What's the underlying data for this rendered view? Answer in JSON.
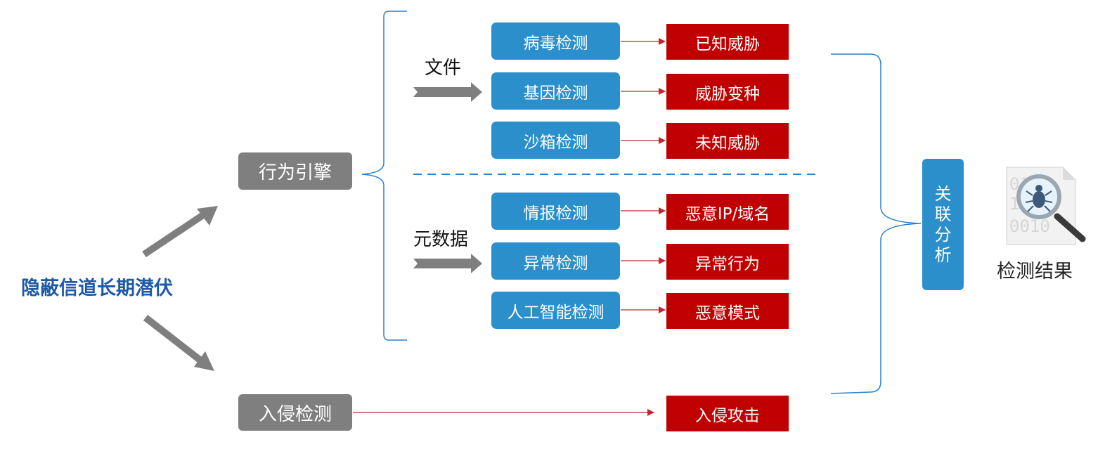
{
  "left_title": "隐蔽信道长期潜伏",
  "behavior_engine": "行为引擎",
  "intrusion_detection": "入侵检测",
  "file_label": "文件",
  "metadata_label": "元数据",
  "detections": [
    {
      "method": "病毒检测",
      "result": "已知威胁"
    },
    {
      "method": "基因检测",
      "result": "威胁变种"
    },
    {
      "method": "沙箱检测",
      "result": "未知威胁"
    },
    {
      "method": "情报检测",
      "result": "恶意IP/域名"
    },
    {
      "method": "异常检测",
      "result": "异常行为"
    },
    {
      "method": "人工智能检测",
      "result": "恶意模式"
    }
  ],
  "intrusion_result": "入侵攻击",
  "correlation": [
    "关",
    "联",
    "分",
    "析"
  ],
  "result_label": "检测结果",
  "result_icon": "magnifier-bug-icon",
  "colors": {
    "blue": "#2b8fcb",
    "red": "#c00000",
    "gray": "#7f7f7f",
    "title_blue": "#1f5aa6",
    "line_blue": "#2b7fcf"
  }
}
